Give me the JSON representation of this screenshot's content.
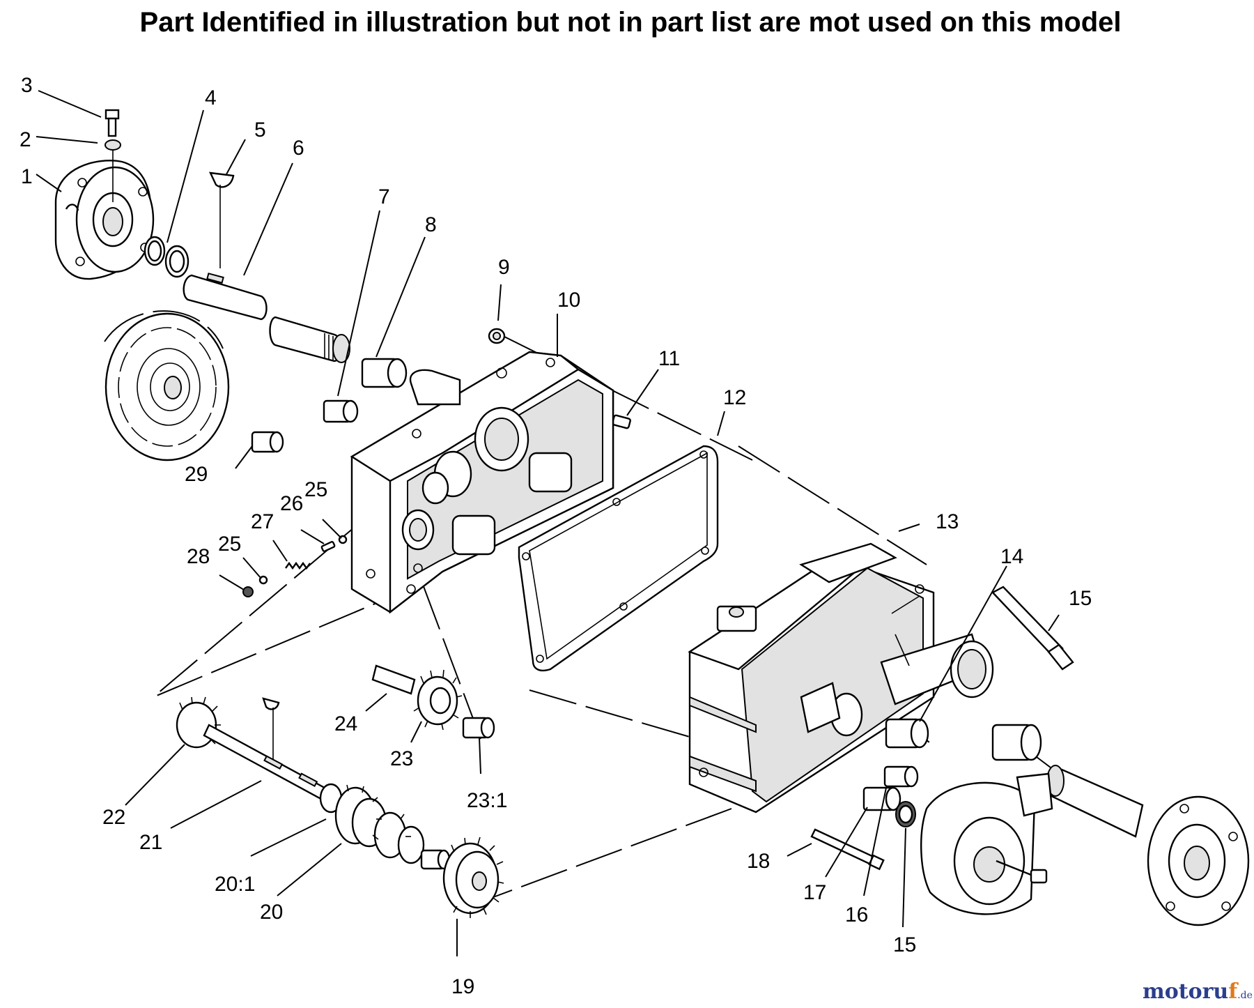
{
  "header": {
    "notice": "Part Identified in illustration but not in part list are mot used on this model"
  },
  "callouts": {
    "c1": "1",
    "c2": "2",
    "c3": "3",
    "c4": "4",
    "c5": "5",
    "c6": "6",
    "c7": "7",
    "c8": "8",
    "c9": "9",
    "c10": "10",
    "c11": "11",
    "c12": "12",
    "c13": "13",
    "c14": "14",
    "c15a": "15",
    "c15b": "15",
    "c16": "16",
    "c17": "17",
    "c18": "18",
    "c19": "19",
    "c20": "20",
    "c20_1": "20:1",
    "c21": "21",
    "c22": "22",
    "c23": "23",
    "c23_1": "23:1",
    "c24": "24",
    "c25a": "25",
    "c25b": "25",
    "c26": "26",
    "c27": "27",
    "c28": "28",
    "c29": "29"
  },
  "watermark": {
    "brand_part1": "motoru",
    "brand_part2": "f",
    "brand_suffix": ".de"
  },
  "colors": {
    "watermark_blue": "#2b3e8c",
    "watermark_orange": "#e07a1a"
  }
}
